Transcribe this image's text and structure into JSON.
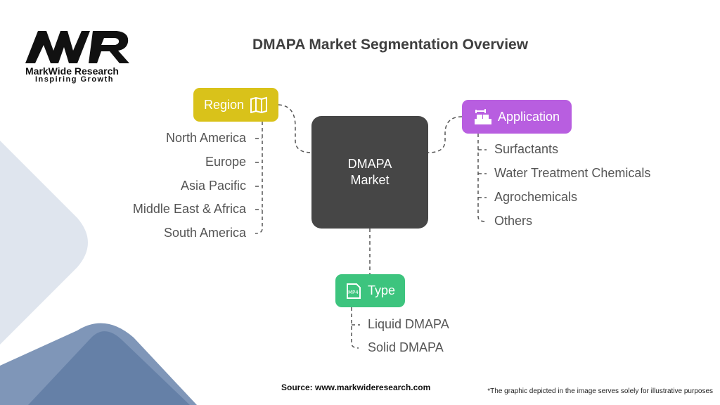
{
  "logo": {
    "name": "MarkWide Research",
    "tagline": "Inspiring Growth",
    "mark": "MWR"
  },
  "title": "DMAPA Market Segmentation Overview",
  "center": {
    "line1": "DMAPA",
    "line2": "Market"
  },
  "segments": {
    "region": {
      "label": "Region",
      "icon": "map-icon",
      "color": "#d9c21a",
      "items": [
        "North America",
        "Europe",
        "Asia Pacific",
        "Middle East & Africa",
        "South America"
      ]
    },
    "application": {
      "label": "Application",
      "icon": "conveyor-robot-icon",
      "color": "#b85ee0",
      "items": [
        "Surfactants",
        "Water Treatment Chemicals",
        "Agrochemicals",
        "Others"
      ]
    },
    "type": {
      "label": "Type",
      "icon": "mp4-file-icon",
      "color": "#3dc47e",
      "items": [
        "Liquid DMAPA",
        "Solid DMAPA"
      ]
    }
  },
  "footer": {
    "source": "Source: www.markwideresearch.com",
    "disclaimer": "*The graphic depicted in the image serves solely for illustrative purposes"
  }
}
